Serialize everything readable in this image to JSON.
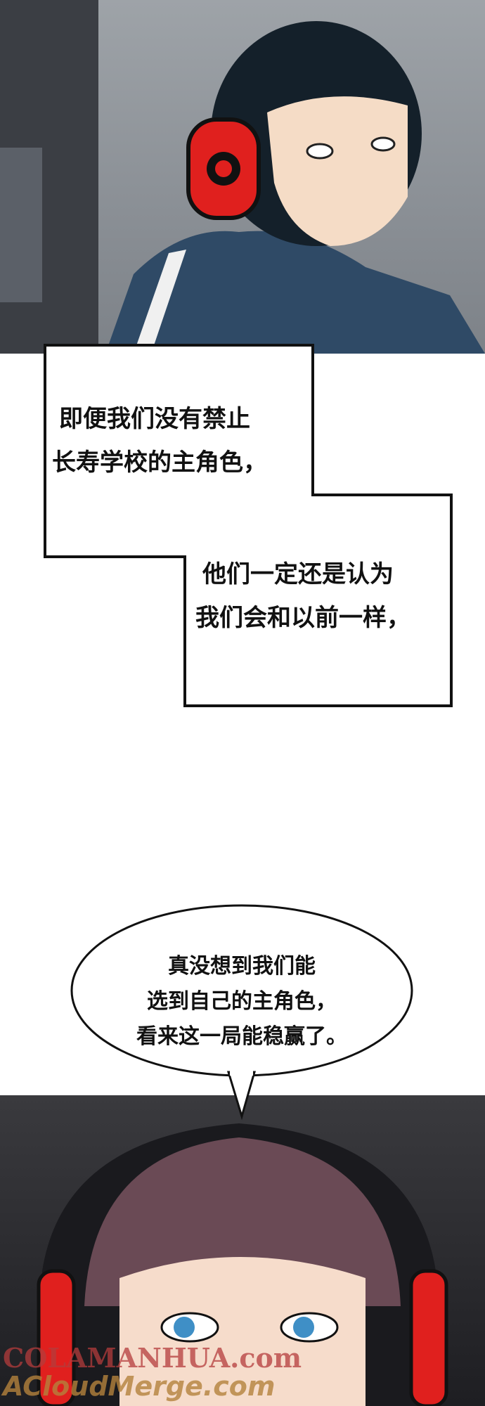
{
  "captions": {
    "box1": [
      "即便我们没有禁止",
      "长寿学校的主角色，"
    ],
    "box2": [
      "他们一定还是认为",
      "我们会和以前一样，"
    ]
  },
  "speech_bubble": [
    "真没想到我们能",
    "选到自己的主角色，",
    "看来这一局能稳赢了。"
  ],
  "watermark": [
    "COLAMANHUA.com",
    "ACloudMerge.com"
  ],
  "colors": {
    "headset_red": "#e0201e",
    "jacket": "#2f4a66",
    "hair_top": "#14202a",
    "hair_bottom": "#6a4a55"
  }
}
